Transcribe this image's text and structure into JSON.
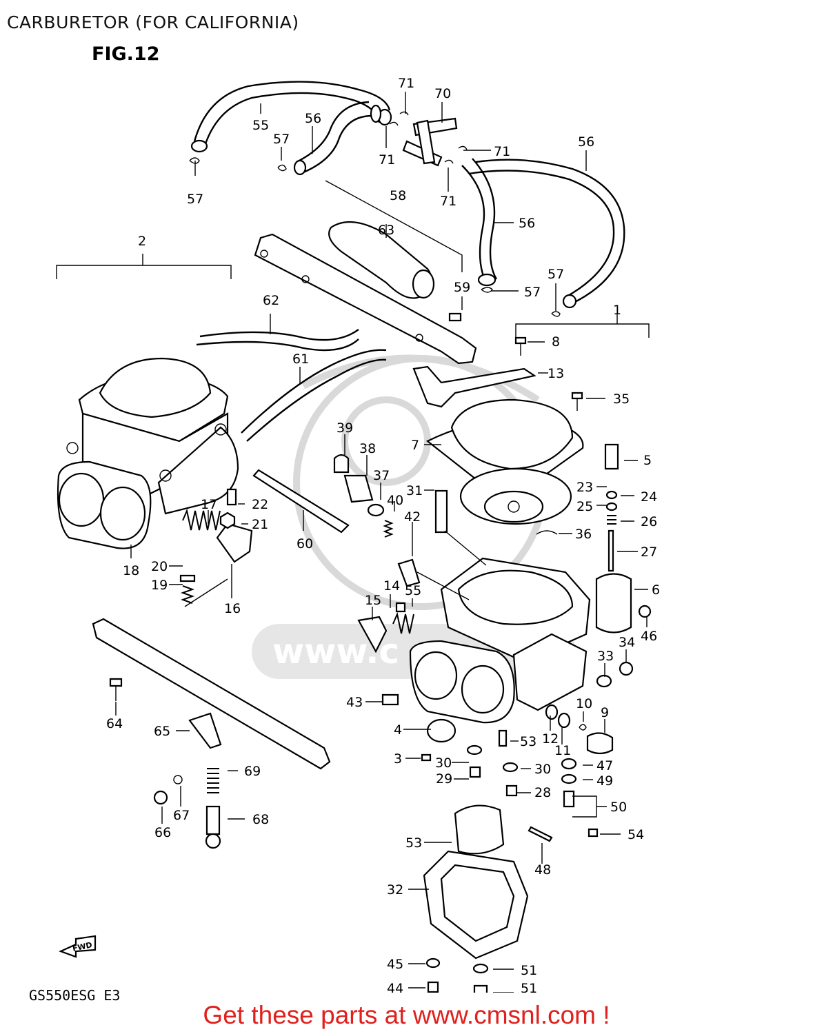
{
  "title": "CARBURETOR (FOR CALIFORNIA)",
  "figure": "FIG.12",
  "model_code": "GS550ESG E3",
  "footer": "Get these parts at www.cmsnl.com !",
  "watermark_text": "www.c",
  "fwd_label": "FWD",
  "callouts": [
    "1",
    "2",
    "3",
    "4",
    "5",
    "6",
    "7",
    "8",
    "9",
    "10",
    "11",
    "12",
    "13",
    "14",
    "15",
    "16",
    "17",
    "18",
    "19",
    "20",
    "21",
    "22",
    "23",
    "24",
    "25",
    "26",
    "27",
    "28",
    "29",
    "30",
    "30",
    "31",
    "32",
    "33",
    "34",
    "35",
    "36",
    "37",
    "38",
    "39",
    "40",
    "41",
    "42",
    "43",
    "44",
    "45",
    "46",
    "47",
    "48",
    "49",
    "50",
    "51",
    "52",
    "53",
    "54",
    "55",
    "56",
    "56",
    "56",
    "56",
    "57",
    "57",
    "57",
    "57",
    "58",
    "59",
    "60",
    "61",
    "62",
    "63",
    "64",
    "65",
    "66",
    "67",
    "68",
    "69",
    "70",
    "71",
    "71",
    "71",
    "71"
  ],
  "colors": {
    "footer": "#e0201c",
    "ink": "#000000",
    "watermark": "#d9d9d9"
  }
}
